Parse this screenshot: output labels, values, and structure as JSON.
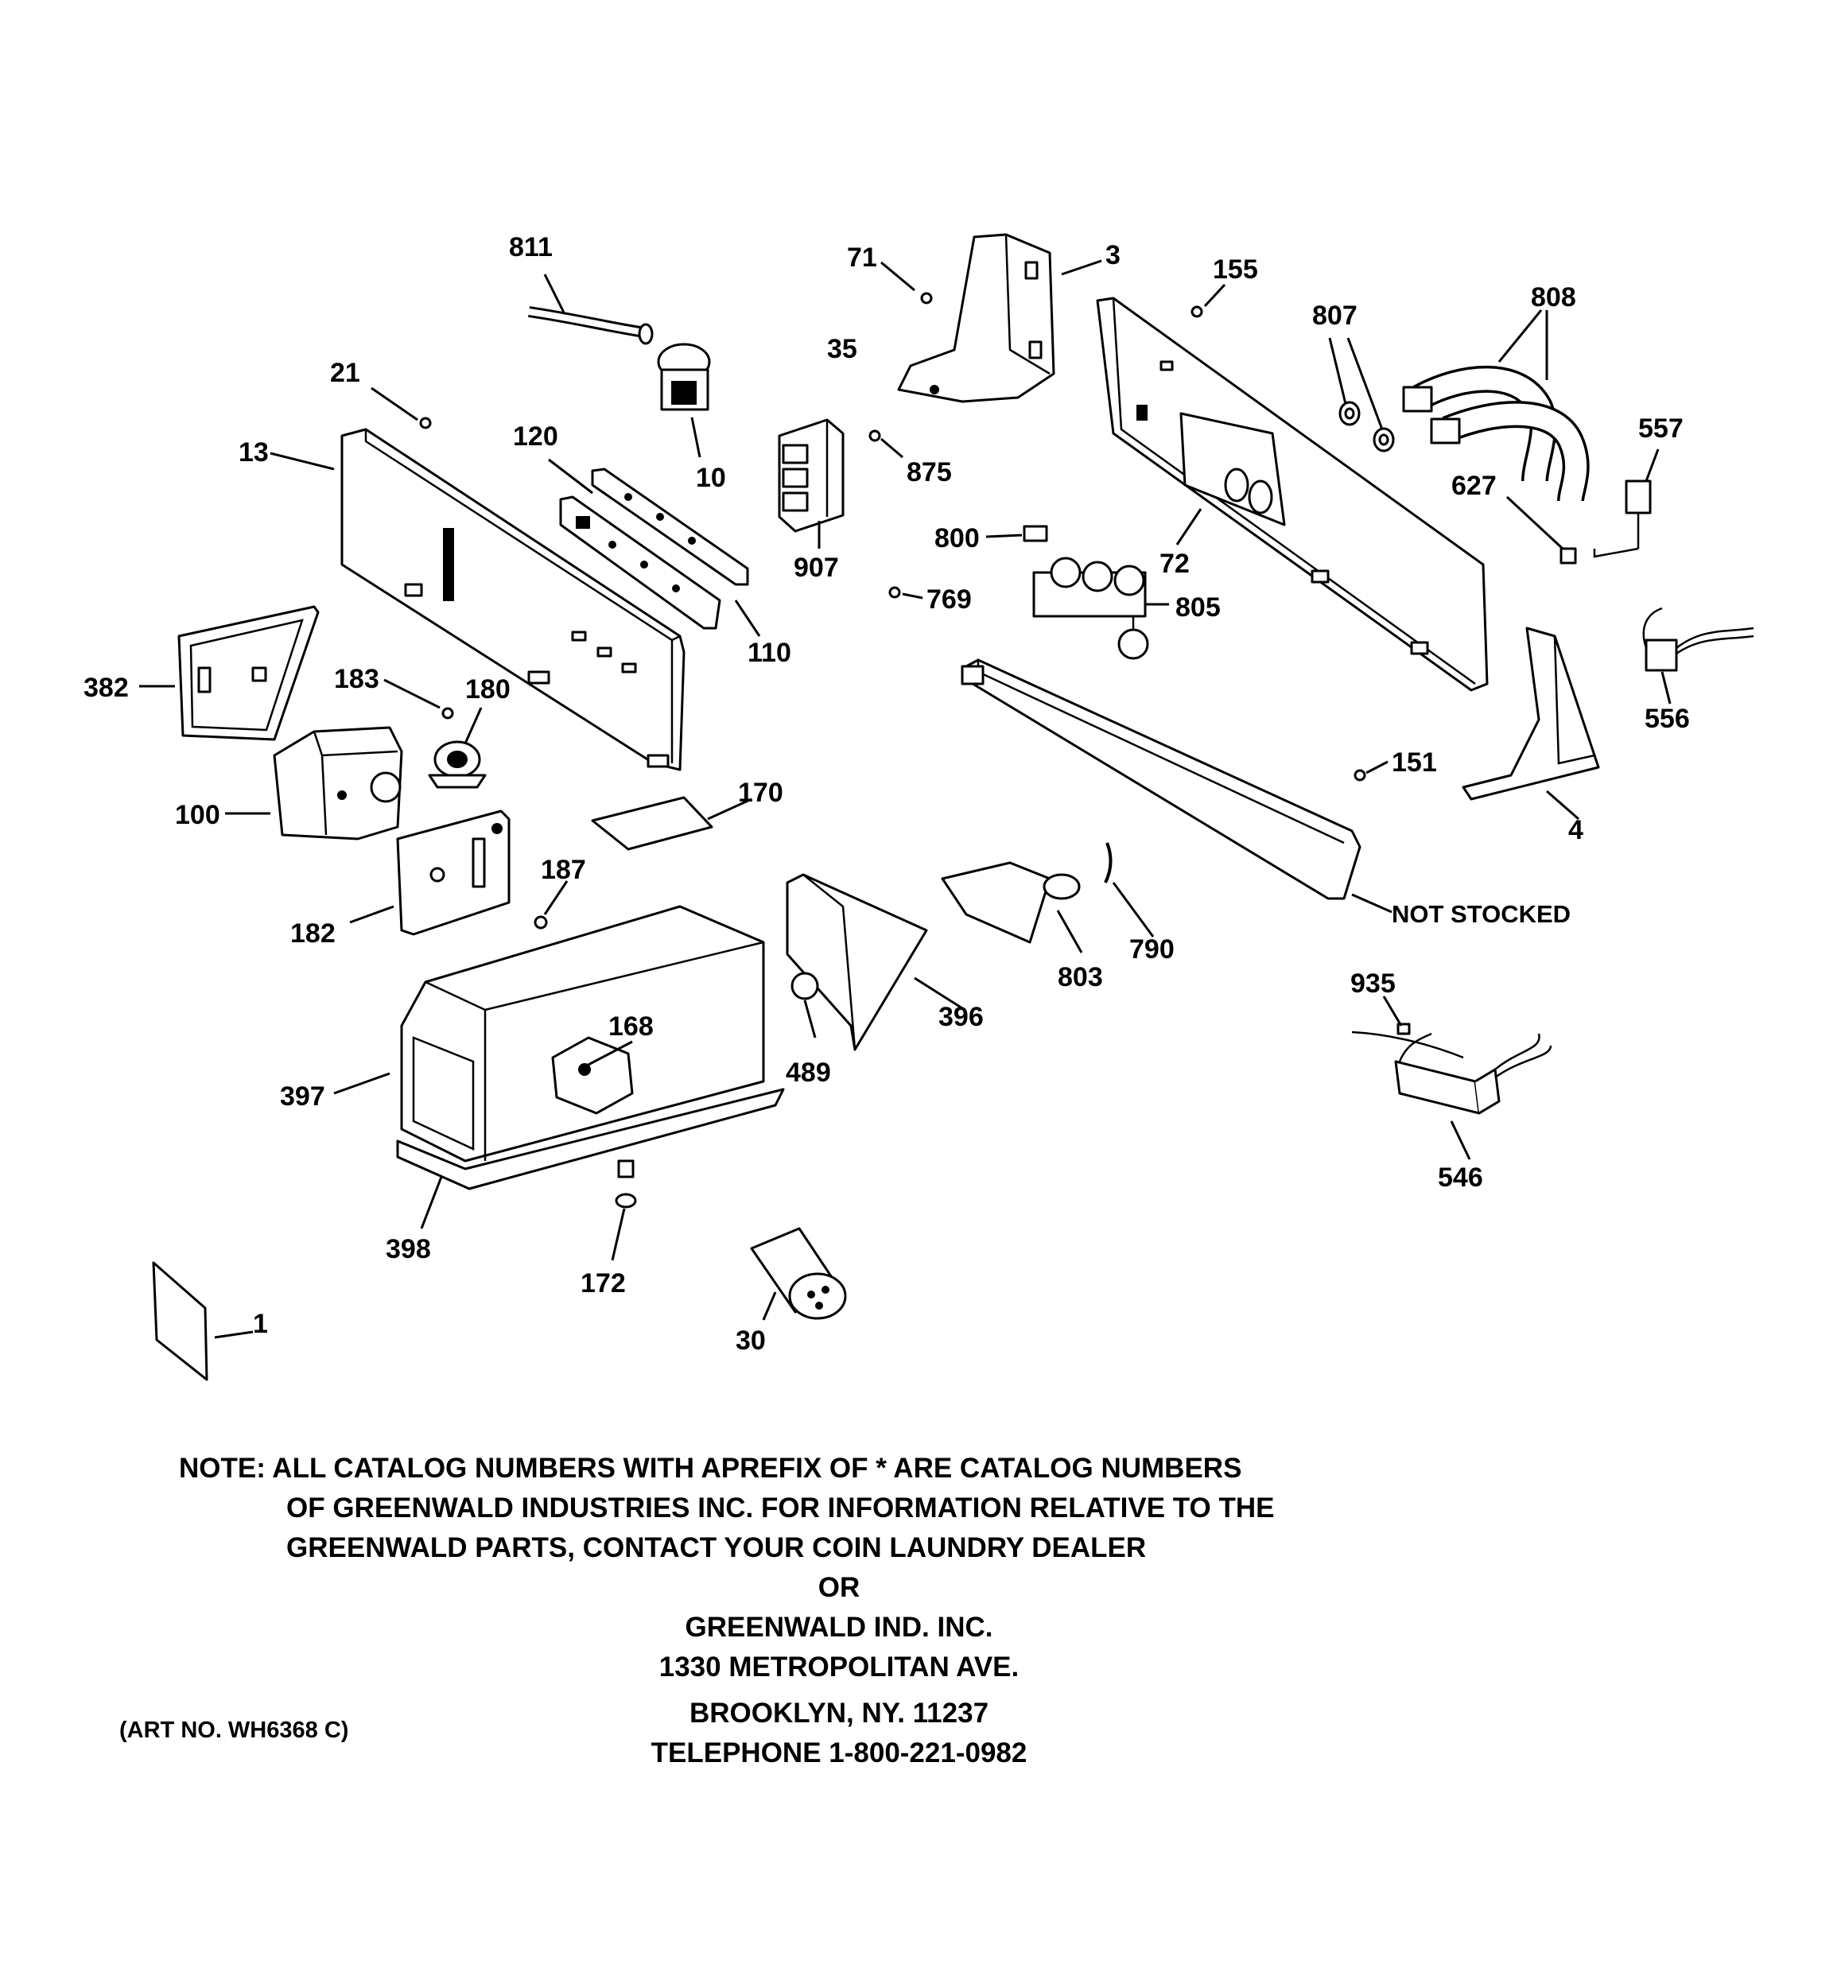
{
  "labels": {
    "p811": "811",
    "p71": "71",
    "p3": "3",
    "p155": "155",
    "p807": "807",
    "p808": "808",
    "p21": "21",
    "p35": "35",
    "p557": "557",
    "p120": "120",
    "p13": "13",
    "p875": "875",
    "p10": "10",
    "p627": "627",
    "p907": "907",
    "p800": "800",
    "p72": "72",
    "p769": "769",
    "p805": "805",
    "p110": "110",
    "p382": "382",
    "p183": "183",
    "p180": "180",
    "p556": "556",
    "p151": "151",
    "p170": "170",
    "p100": "100",
    "p4": "4",
    "p187": "187",
    "p182": "182",
    "p790": "790",
    "p803": "803",
    "p396": "396",
    "p935": "935",
    "p168": "168",
    "p489": "489",
    "p397": "397",
    "p546": "546",
    "p398": "398",
    "p172": "172",
    "p1": "1",
    "p30": "30",
    "not_stocked": "NOT STOCKED"
  },
  "note": {
    "line1": "NOTE: ALL CATALOG NUMBERS WITH APREFIX OF * ARE CATALOG NUMBERS",
    "line2": "OF GREENWALD INDUSTRIES INC. FOR INFORMATION RELATIVE TO THE",
    "line3": "GREENWALD PARTS, CONTACT YOUR COIN LAUNDRY DEALER",
    "line4": "OR",
    "line5": "GREENWALD IND. INC.",
    "line6": "1330 METROPOLITAN AVE.",
    "line7": "BROOKLYN, NY. 11237",
    "line8": "TELEPHONE 1-800-221-0982"
  },
  "art_no": "(ART NO. WH6368 C)"
}
